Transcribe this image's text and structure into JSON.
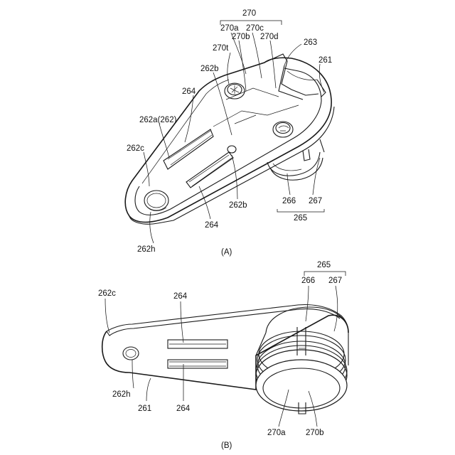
{
  "figure_a": {
    "caption": "(A)",
    "labels": {
      "l270": "270",
      "l270a": "270a",
      "l270c": "270c",
      "l270b": "270b",
      "l270d": "270d",
      "l270t": "270t",
      "l263": "263",
      "l261": "261",
      "l262b_top": "262b",
      "l264_top": "264",
      "l262a": "262a(262)",
      "l262c": "262c",
      "l262b_bot": "262b",
      "l264_bot": "264",
      "l262h": "262h",
      "l266": "266",
      "l267": "267",
      "l265": "265"
    }
  },
  "figure_b": {
    "caption": "(B)",
    "labels": {
      "l265": "265",
      "l266": "266",
      "l267": "267",
      "l262c": "262c",
      "l264_top": "264",
      "l262h": "262h",
      "l261": "261",
      "l264_bot": "264",
      "l270a": "270a",
      "l270b": "270b"
    }
  }
}
